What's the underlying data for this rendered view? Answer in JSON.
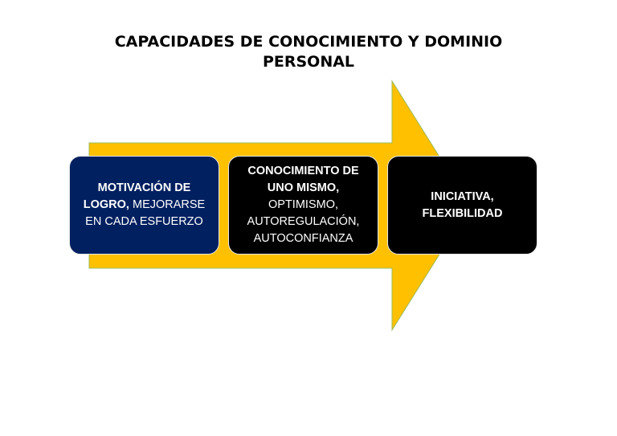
{
  "title": {
    "line1": "CAPACIDADES DE CONOCIMIENTO Y DOMINIO",
    "line2": "PERSONAL"
  },
  "colors": {
    "arrow_fill": "#FFC000",
    "arrow_stroke": "#9BBB59",
    "box1_fill": "#012060",
    "box_dark_fill": "#000000",
    "text": "#FFFFFF"
  },
  "boxes": [
    {
      "lines": [
        [
          {
            "text": "MOTIVACIÓN DE",
            "bold": true
          }
        ],
        [
          {
            "text": "LOGRO, ",
            "bold": true
          },
          {
            "text": "MEJORARSE",
            "bold": false
          }
        ],
        [
          {
            "text": "EN CADA ESFUERZO",
            "bold": false
          }
        ]
      ]
    },
    {
      "lines": [
        [
          {
            "text": "CONOCIMIENTO DE",
            "bold": true
          }
        ],
        [
          {
            "text": "UNO MISMO,",
            "bold": true
          }
        ],
        [
          {
            "text": "OPTIMISMO,",
            "bold": false
          }
        ],
        [
          {
            "text": "AUTOREGULACIÓN,",
            "bold": false
          }
        ],
        [
          {
            "text": "AUTOCONFIANZA",
            "bold": false
          }
        ]
      ]
    },
    {
      "lines": [
        [
          {
            "text": "INICIATIVA,",
            "bold": true
          }
        ],
        [
          {
            "text": "FLEXIBILIDAD",
            "bold": true
          }
        ]
      ]
    }
  ]
}
